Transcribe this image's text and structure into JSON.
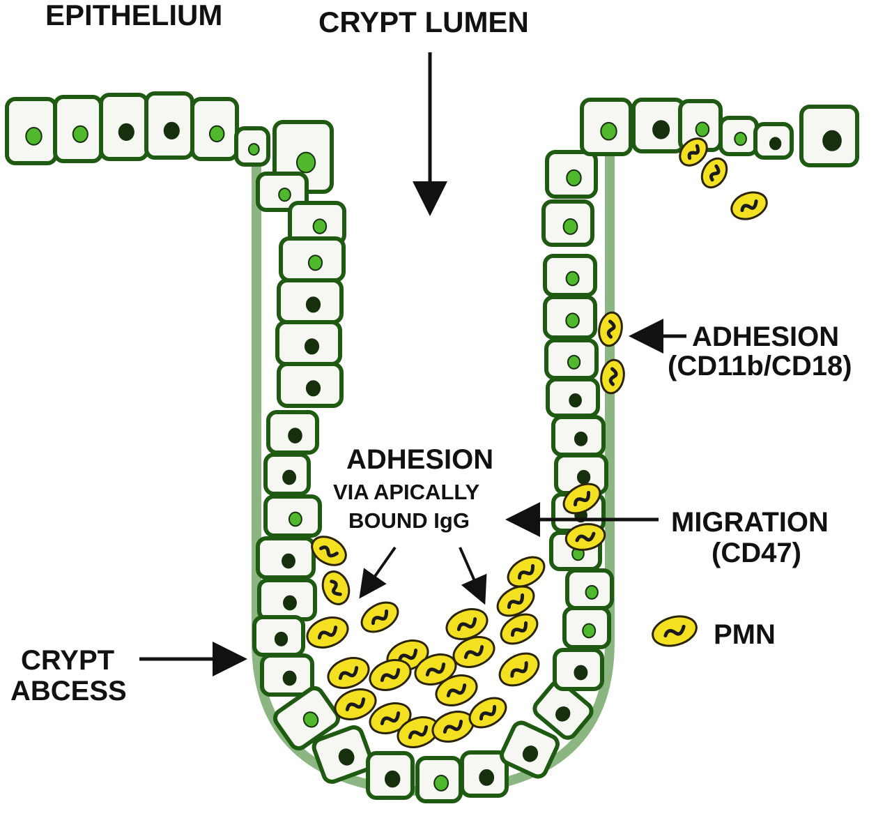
{
  "labels": {
    "epithelium": "EPITHELIUM",
    "crypt_lumen": "CRYPT LUMEN",
    "adhesion_right": "ADHESION",
    "adhesion_right_sub": "(CD11b/CD18)",
    "adhesion_center": "ADHESION",
    "adhesion_center_line2": "VIA APICALLY",
    "adhesion_center_line3": "BOUND IgG",
    "migration": "MIGRATION",
    "migration_sub": "(CD47)",
    "pmn": "PMN",
    "crypt_abcess_line1": "CRYPT",
    "crypt_abcess_line2": "ABCESS"
  },
  "colors": {
    "cell_border": "#1f5a12",
    "cell_fill": "#f6f7f2",
    "nucleus": "#4fb82c",
    "nucleus_dark": "#16300e",
    "pmn_fill": "#f3e021",
    "pmn_outline": "#2a2405",
    "pmn_nucleus": "#1a1a1a",
    "arrow": "#111111",
    "text": "#111111"
  }
}
